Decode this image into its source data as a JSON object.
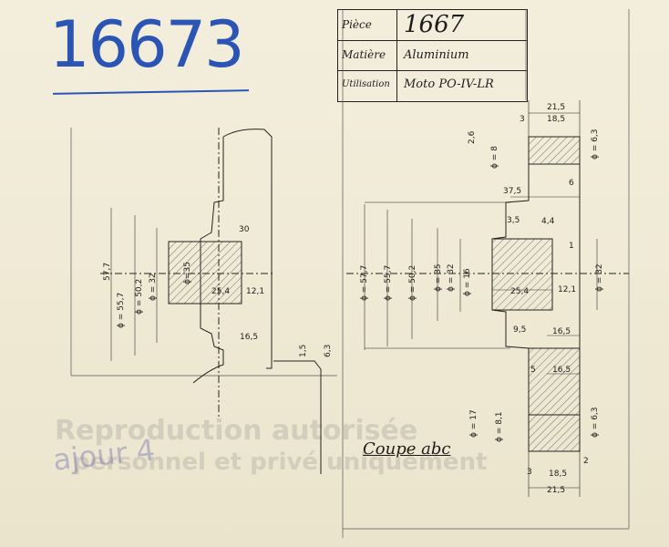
{
  "reference": {
    "number": "16673"
  },
  "title_block": {
    "piece_label": "Pièce",
    "piece_value": "1667",
    "material_label": "Matière",
    "material_value": "Aluminium",
    "usage_label": "Utilisation",
    "usage_value": "Moto PO-IV-LR"
  },
  "section_caption": "Coupe abc",
  "watermark": {
    "line1": "Reproduction autorisée",
    "line2": "personnel et privé uniquement"
  },
  "margin_note": "ajour 4",
  "dimensions": {
    "d_57_7": "ϕ = 57,7",
    "d_55_7": "ϕ = 55,7",
    "d_50_2": "ϕ = 50,2",
    "d_35": "ϕ = 35",
    "d_32": "ϕ = 32",
    "d_16": "ϕ = 16",
    "d_8": "ϕ = 8",
    "d_17": "ϕ = 17",
    "d_6_3a": "ϕ = 6,3",
    "d_6_3b": "ϕ = 6,3",
    "d_8_1": "ϕ = 8,1",
    "l_21_5a": "21,5",
    "l_18_5a": "18,5",
    "l_3a": "3",
    "l_21_5b": "21,5",
    "l_18_5b": "18,5",
    "l_3b": "3",
    "l_37_5": "37,5",
    "l_6": "6",
    "l_3_5": "3,5",
    "l_4_4": "4,4",
    "l_25_4": "25,4",
    "l_12_1": "12,1",
    "l_9_5": "9,5",
    "l_16_5a": "16,5",
    "l_16_5b": "16,5",
    "l_5": "5",
    "l_2_6": "2,6",
    "l_1": "1",
    "l_2": "2",
    "l_57_7_left": "57,7",
    "l_55_7_left": "ϕ = 55,7",
    "l_50_2_left": "ϕ = 50,2",
    "l_32_left": "ϕ = 32",
    "l_35_left": "ϕ=35",
    "l_25_4_left": "25,4",
    "l_12_1_left": "12,1",
    "l_30": "30",
    "l_16_5_left": "16,5",
    "l_1_5": "1,5",
    "l_6_3_left": "6,3"
  }
}
